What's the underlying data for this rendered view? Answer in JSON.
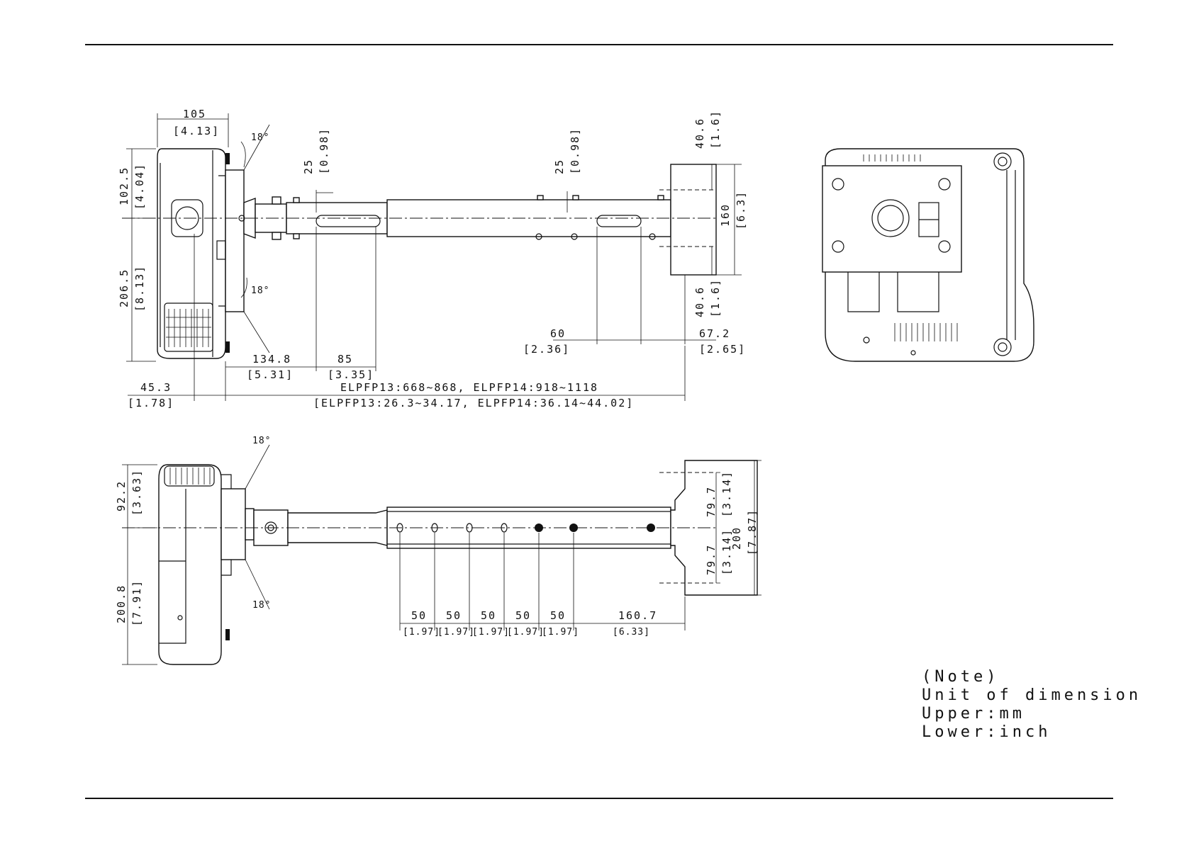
{
  "notes": {
    "line1": "(Note)",
    "line2": "Unit of dimension",
    "line3": "Upper:mm",
    "line4": "Lower:inch"
  },
  "top_view": {
    "w105": "105",
    "w105_in": "[4.13]",
    "h102": "102.5",
    "h102_in": "[4.04]",
    "h206": "206.5",
    "h206_in": "[8.13]",
    "ang_top": "18°",
    "ang_bot": "18°",
    "d25a": "25",
    "d25a_in": "[0.98]",
    "d25b": "25",
    "d25b_in": "[0.98]",
    "d406a": "40.6",
    "d406a_in": "[1.6]",
    "d406b": "40.6",
    "d406b_in": "[1.6]",
    "d160": "160",
    "d160_in": "[6.3]",
    "d60": "60",
    "d60_in": "[2.36]",
    "d672": "67.2",
    "d672_in": "[2.65]",
    "d1348": "134.8",
    "d1348_in": "[5.31]",
    "d85": "85",
    "d85_in": "[3.35]",
    "d453": "45.3",
    "d453_in": "[1.78]",
    "range_mm": "ELPFP13:668~868, ELPFP14:918~1118",
    "range_in": "[ELPFP13:26.3~34.17, ELPFP14:36.14~44.02]"
  },
  "side_view": {
    "ang_top": "18°",
    "ang_bot": "18°",
    "h922": "92.2",
    "h922_in": "[3.63]",
    "h2008": "200.8",
    "h2008_in": "[7.91]",
    "d797a": "79.7",
    "d797a_in": "[3.14]",
    "d797b": "79.7",
    "d797b_in": "[3.14]",
    "d200": "200",
    "d200_in": "[7.87]",
    "pitch": [
      "50",
      "50",
      "50",
      "50",
      "50"
    ],
    "pitch_in": [
      "[1.97]",
      "[1.97]",
      "[1.97]",
      "[1.97]",
      "[1.97]"
    ],
    "d1607": "160.7",
    "d1607_in": "[6.33]"
  }
}
